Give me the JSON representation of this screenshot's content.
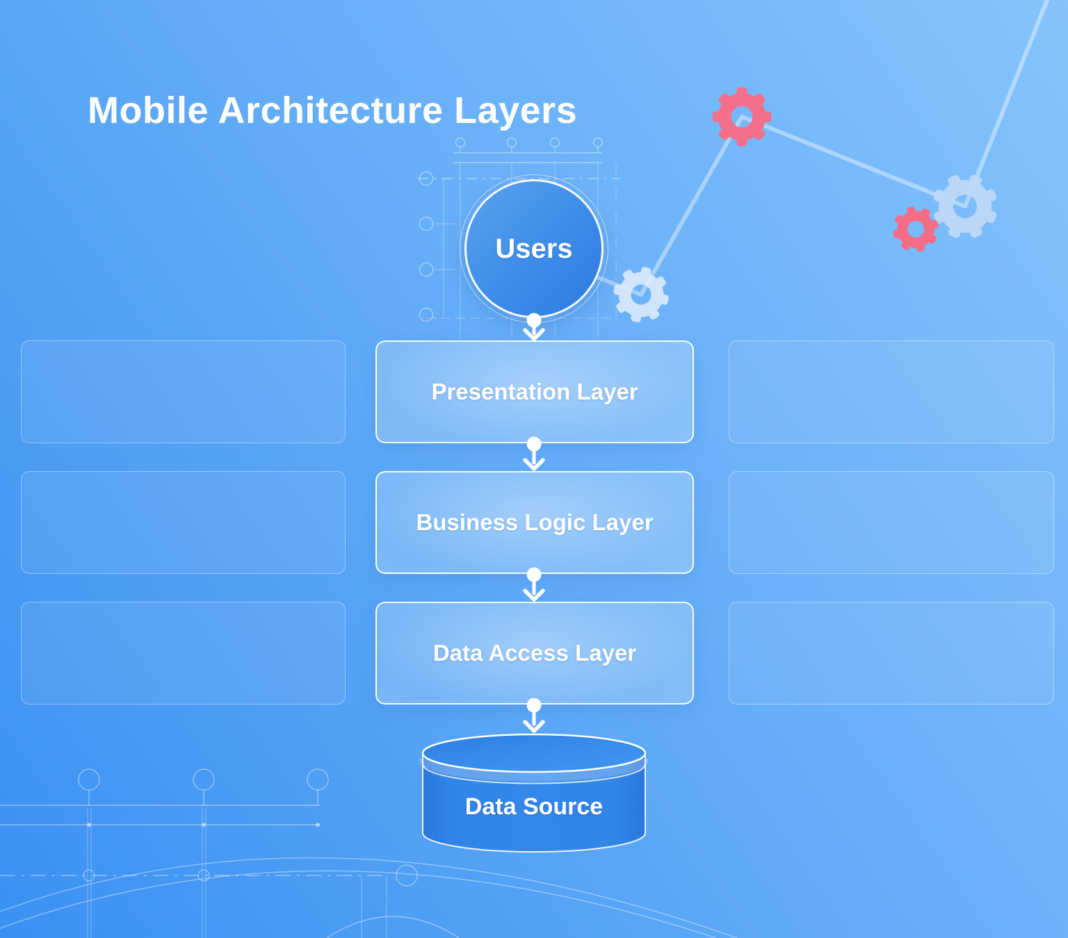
{
  "title": "Mobile Architecture Layers",
  "flow": {
    "user_node": "Users",
    "layers": [
      "Presentation Layer",
      "Business Logic Layer",
      "Data Access Layer"
    ],
    "data_source": "Data Source"
  },
  "placeholders": {
    "left_count": 3,
    "right_count": 3
  },
  "icons": {
    "gears": [
      "gear-icon-frost",
      "gear-icon-pink-large",
      "gear-icon-blue-large",
      "gear-icon-pink-small"
    ],
    "arrows": [
      "arrow-down-icon",
      "arrow-down-icon",
      "arrow-down-icon",
      "arrow-down-icon"
    ]
  },
  "colors": {
    "background_dark": "#3a90f2",
    "background_light": "#86c3fc",
    "node_blue_light": "#5aa2ef",
    "node_blue_dark": "#2d7ae1",
    "cylinder_body": "#2d7fe3",
    "cylinder_top": "#3f92ef",
    "gear_pink": "#f4708a",
    "gear_light_blue": "#bed9f8",
    "text": "#ffffff"
  }
}
